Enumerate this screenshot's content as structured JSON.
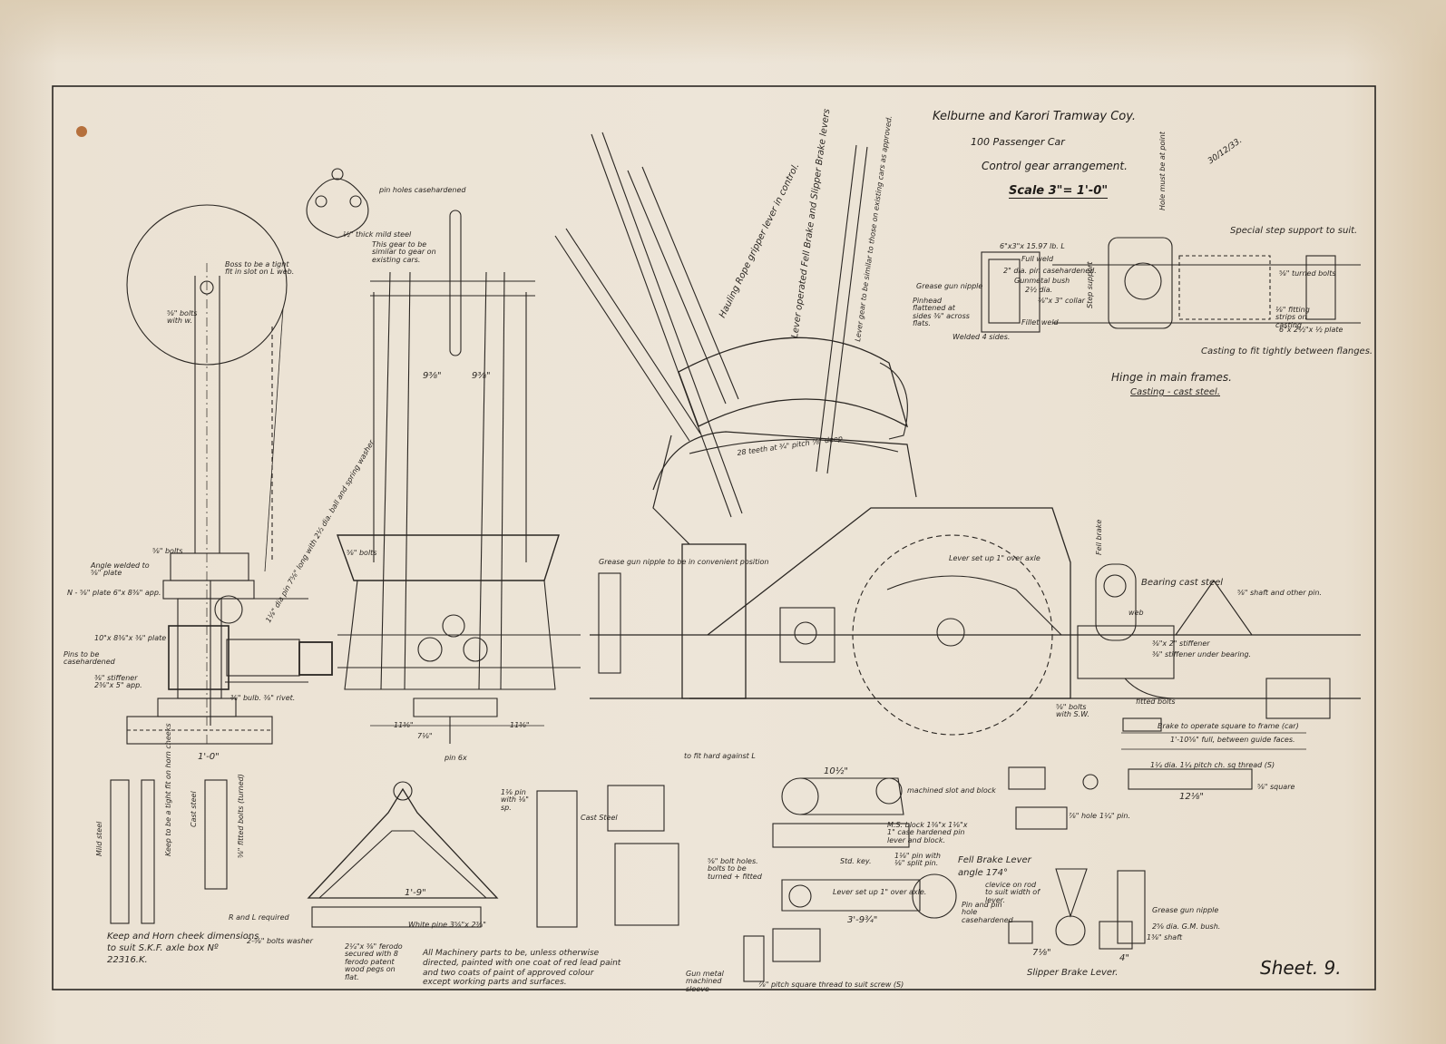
{
  "title_block": {
    "company": "Kelburne and Karori Tramway Coy.",
    "car": "100 Passenger Car",
    "subject": "Control gear arrangement.",
    "scale": "Scale 3\"= 1'-0\"",
    "signature_lines": [
      "30/12/33."
    ]
  },
  "sheet_label": "Sheet. 9.",
  "hinge_detail": {
    "title": "Hinge in main frames.",
    "subtitle": "Casting - cast steel.",
    "special_step": "Special step support to suit.",
    "casting_note": "Casting to fit tightly between flanges.",
    "angle_label": "6\"x3\"x 15.97 lb. L",
    "pin": "2\" dia. pin casehardened.",
    "bush": "Gunmetal bush",
    "bush_dia": "2½ dia.",
    "collar": "⅜\"x 3\" collar",
    "grease": "Grease gun nipple",
    "pinhead": "Pinhead flattened at sides ⅜\" across flats.",
    "welded": "Welded 4 sides.",
    "fillet": "Fillet weld",
    "full_weld": "Full weld",
    "step_support": "Step support",
    "turned_bolts": "⅝\" turned bolts",
    "fitting_strips": "⅛\" fitting strips on casting",
    "plate": "6\"x 2½\"x ½ plate",
    "hole_note": "Hole must be at point"
  },
  "main_view": {
    "hauling_rope": "Hauling Rope gripper lever in control.",
    "fell_brake": "Lever operated Fell Brake and Slipper Brake levers",
    "lever_gear": "Lever gear to be similar to those on existing cars as approved.",
    "teeth": "28 teeth at ¾\" pitch ⅞\" deep",
    "grease_nipple": "Grease gun nipple to be in convenient position",
    "lever_set_up": "Lever set up 1\" over axle",
    "bearing": "Bearing cast steel",
    "shaft_pin": "⅝\" shaft and other pin.",
    "stiffener": "⅜\"x 2\" stiffener",
    "stiffener_under": "⅜\" stiffener under bearing.",
    "fitted_bolts": "fitted bolts",
    "brake_note": "Brake to operate square to frame (car)",
    "guide_faces": "1'-10⅝\" full, between guide faces.",
    "fell_brake_side": "Fell brake",
    "web": "web",
    "bolts_sw": "⅝\" bolts with S.W."
  },
  "left_view": {
    "boss_note": "Boss to be a tight fit in slot on L web.",
    "bolts_washer": "⅝\" bolts with w.",
    "angle_welded": "Angle welded to ⅝\" plate",
    "plate_n": "N - ⅝\" plate 6\"x 8⅜\" app.",
    "pins_to_be": "Pins to be casehardened",
    "stiffener": "⅜\" stiffener 2⅜\"x 5\" app.",
    "plate_10": "10\"x 8⅜\"x ⅜\" plate",
    "bolt_note": "⅝\" bolts",
    "bulb": "⅜\" bulb. ⅜\" rivet.",
    "spring_note": "1⅛\" dia pin 7⅝\" long with 2½ dia. ball and spring washer.",
    "dim_1_0": "1'-0\""
  },
  "center_view": {
    "gear_note": "This gear to be similar to gear on existing cars.",
    "pin_holes": "pin holes casehardened",
    "mild_steel": "½\" thick mild steel",
    "bolts": "⅝\" bolts",
    "dim_left": "9⅜\"",
    "dim_right": "9⅜\"",
    "pin": "pin 6x",
    "dims_bottom": [
      "11⅜\"",
      "7⅛\"",
      "11⅜\""
    ]
  },
  "bottom_details": {
    "keep_horn": "Keep and Horn cheek dimensions to suit S.K.F. axle box Nº 22316.K.",
    "keep_tight": "Keep to be a tight fit on horn cheeks",
    "cast_steel": "Cast steel",
    "mild_steel": "Mild steel",
    "r_and_l": "R and L required",
    "fitted_bolts": "⅝\" fitted bolts (turned)",
    "ferodo": "2¼\"x ⅜\" ferodo secured with 8 ferodo patent wood pegs on flat.",
    "white_pine": "White pine 3⅝\"x 2⅜\"",
    "bolts_washer": "2-⅝\" bolts washer",
    "dim_1_9": "1'-9\"",
    "machinery_note": "All Machinery parts to be, unless otherwise directed, painted with one coat of red lead paint and two coats of paint of approved colour except working parts and surfaces.",
    "cast_steel_2": "Cast Steel",
    "fitted_against": "to fit hard against L",
    "bolt_holes": "⅝\" bolt holes. bolts to be turned + fitted",
    "pin_note": "1⅛ pin with ⅛\" sp.",
    "gun_metal": "Gun metal machined sleeve",
    "thread_note": "⅞\" pitch square thread to suit screw (S)",
    "machined_slot": "machined slot and block",
    "ms_block": "M.S. block 1⅜\"x 1⅛\"x 1\" case hardened pin lever and block.",
    "std_key": "Std. key.",
    "pin_split": "1⅛\" pin with ⅛\" split pin.",
    "lever_set_up": "Lever set up 1\" over axle.",
    "dim_3_9": "3'-9¾\"",
    "dim_10": "10½\"",
    "fell_lever": "Fell Brake Lever",
    "angle": "angle 174°",
    "clevice": "clevice on rod to suit width of lever.",
    "pin_hole": "Pin and pin hole casehardened",
    "slipper": "Slipper Brake Lever.",
    "thread_s": "1¼ dia. 1¼ pitch ch. sq thread (S)",
    "square": "⅝\" square",
    "pin_dia": "1¼\" pin.",
    "hole_dia": "⅞\" hole",
    "grease_nipple": "Grease gun nipple",
    "gm_bush": "2⅝ dia. G.M. bush.",
    "shaft": "1⅜\" shaft",
    "dim_4": "4\"",
    "dim_7": "7⅛\"",
    "dim_12": "12⅛\""
  }
}
